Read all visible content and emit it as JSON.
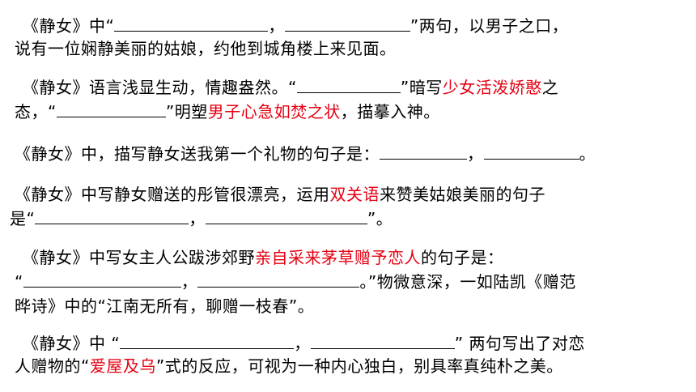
{
  "colors": {
    "text": "#000000",
    "highlight": "#e60012",
    "background": "#ffffff"
  },
  "q1": {
    "a": "《静女》中“",
    "b": "，",
    "c": "”两句，以男子之口，",
    "d": "说有一位娴静美丽的姑娘，约他到城角楼上来见面。"
  },
  "q2": {
    "a": "《静女》语言浅显生动，情趣盎然。“",
    "b": "”暗写",
    "c": "少女活泼娇憨",
    "d": "之",
    "e": "态，“",
    "f": "”明塑",
    "g": "男子心急如焚之状",
    "h": "，描摹入神。"
  },
  "q3": {
    "a": "《静女》中，描写静女送我第一个礼物的句子是：",
    "b": "，",
    "c": "。"
  },
  "q4": {
    "a": "《静女》中写静女赠送的彤管很漂亮，运用",
    "b": "双关语",
    "c": "来赞美姑娘美丽的句子",
    "d": "是“",
    "e": "，",
    "f": "”。"
  },
  "q5": {
    "a": "《静女》中写女主人公跋涉郊野",
    "b": "亲自采来茅草赠予恋人",
    "c": "的句子是：",
    "d": "“",
    "e": "，",
    "f": "。”物微意深，一如陆凯《赠范",
    "g": "晔诗》中的“江南无所有，聊赠一枝春”。"
  },
  "q6": {
    "a": "《静女》中 “",
    "b": "，",
    "c": "” 两句写出了对恋",
    "d": "人赠物的“",
    "e": "爱屋及乌",
    "f": "”式的反应，可视为一种内心独白，别具率真纯朴之美。"
  }
}
